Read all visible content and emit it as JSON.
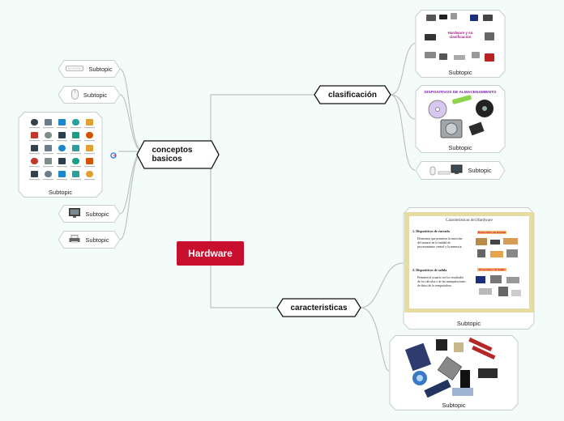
{
  "central": {
    "label": "Hardware"
  },
  "branches": {
    "conceptos": {
      "label": "conceptos\nbasicos"
    },
    "clasificacion": {
      "label": "clasificación"
    },
    "caracteristicas": {
      "label": "caracteristicas"
    }
  },
  "left_topics": [
    {
      "label": "Subtopic",
      "icon": "keyboard-icon"
    },
    {
      "label": "Subtopic",
      "icon": "mouse-icon"
    },
    {
      "label": "Subtopic",
      "icon": "device-grid-image"
    },
    {
      "label": "Subtopic",
      "icon": "monitor-icon"
    },
    {
      "label": "Subtopic",
      "icon": "printer-icon"
    }
  ],
  "right_topics": {
    "classification_image": {
      "label": "Subtopic",
      "inner_title": "Hardware y su clasificación"
    },
    "storage_image": {
      "label": "Subtopic",
      "inner_title": "DISPOSITIVOS DE ALMACENAMIENTO"
    },
    "computer_small": {
      "label": "Subtopic"
    },
    "characteristics_doc": {
      "label": "Subtopic",
      "doc_title": "Caracteristicas del Hardware",
      "item1_title": "1.   Dispositivos de entrada",
      "item1_text": "Elementos que permiten la inserción del usuario en la unidad de procesamiento central y la memoria.",
      "item1_tag": "Dispositivos de Entrada",
      "item2_title": "2.   Dispositivos de salida",
      "item2_text": "Permiten al usuario ver los resultados de los cálculos o de las manipulaciones de datos de la computadora.",
      "item2_tag": "Dispositivos de Salida"
    },
    "components_image": {
      "label": "Subtopic"
    }
  },
  "colors": {
    "central": "#c8102e",
    "line": "#b8c4c1",
    "background": "#f4fcfa"
  }
}
